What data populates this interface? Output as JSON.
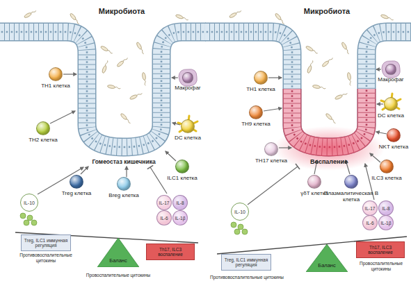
{
  "diagram": {
    "nodes": [
      {
        "text": [
          "TH1 клетка"
        ]
      },
      {
        "text": [
          "Макрофаг"
        ]
      },
      {
        "text": [
          "TH2 клетка"
        ]
      },
      {
        "text": [
          "DC клетка"
        ]
      },
      {
        "text": [
          "ILC1 клетка"
        ]
      },
      {
        "text": [
          "Treg клетка"
        ]
      },
      {
        "text": [
          "Breg клетка"
        ]
      },
      {
        "text": [
          "IL-10"
        ]
      },
      {
        "text": [
          "IL-17"
        ]
      },
      {
        "text": [
          "IL-8"
        ]
      },
      {
        "text": [
          "IL-6"
        ]
      },
      {
        "text": [
          "IL-1β"
        ]
      },
      {
        "text": [
          "Treg, ILC1 иммунная регуляция"
        ]
      },
      {
        "text": [
          "Баланс"
        ]
      },
      {
        "text": [
          "Th17, ILC3 воспаление"
        ]
      },
      {
        "text": [
          "TH1 клетка"
        ]
      },
      {
        "text": [
          "Макрофаг"
        ]
      },
      {
        "text": [
          "TH9 клетка"
        ]
      },
      {
        "text": [
          "DC клетка"
        ]
      },
      {
        "text": [
          "NKT клетка"
        ]
      },
      {
        "text": [
          "TH17 клетка"
        ]
      },
      {
        "text": [
          "ILC3 клетка"
        ]
      },
      {
        "text": [
          "γδT клетка"
        ]
      },
      {
        "text": [
          "Плазмалитическая В клетка"
        ]
      },
      {
        "text": [
          "IL-10"
        ]
      },
      {
        "text": [
          "IL-17"
        ]
      },
      {
        "text": [
          "IL-8"
        ]
      },
      {
        "text": [
          "IL-6"
        ]
      },
      {
        "text": [
          "IL-1β"
        ]
      },
      {
        "text": [
          "Treg, ILC1 иммунная регуляция"
        ]
      },
      {
        "text": [
          "Баланс"
        ]
      },
      {
        "text": [
          "Th17, ILC3 воспаление"
        ]
      }
    ],
    "labels": [
      "Микробиота",
      "Гомеостаз кишечника",
      "Противовоспалительные цитокины",
      "Провоспалительные цитокины",
      "Микробиота",
      "Воспаление",
      "Противовоспалительные цитокины",
      "Провоспалительные цитокины"
    ]
  }
}
